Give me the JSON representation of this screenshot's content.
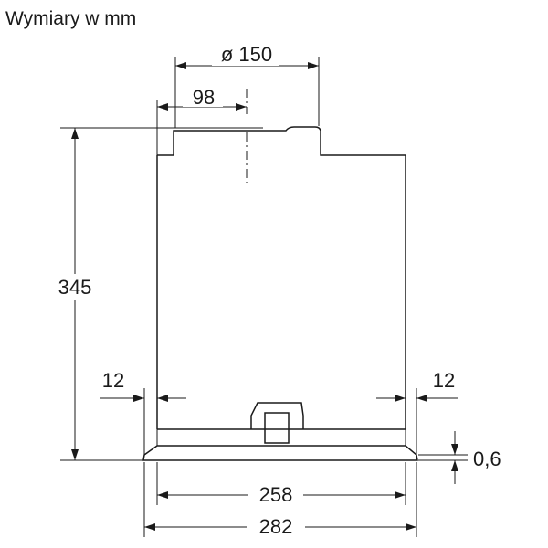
{
  "title": "Wymiary w mm",
  "dimensions": {
    "duct_diameter": "ø 150",
    "duct_offset": "98",
    "height": "345",
    "left_inset": "12",
    "right_inset": "12",
    "plate_thickness": "0,6",
    "inner_width": "258",
    "outer_width": "282"
  },
  "colors": {
    "line": "#1a1a1a",
    "background": "#ffffff"
  }
}
